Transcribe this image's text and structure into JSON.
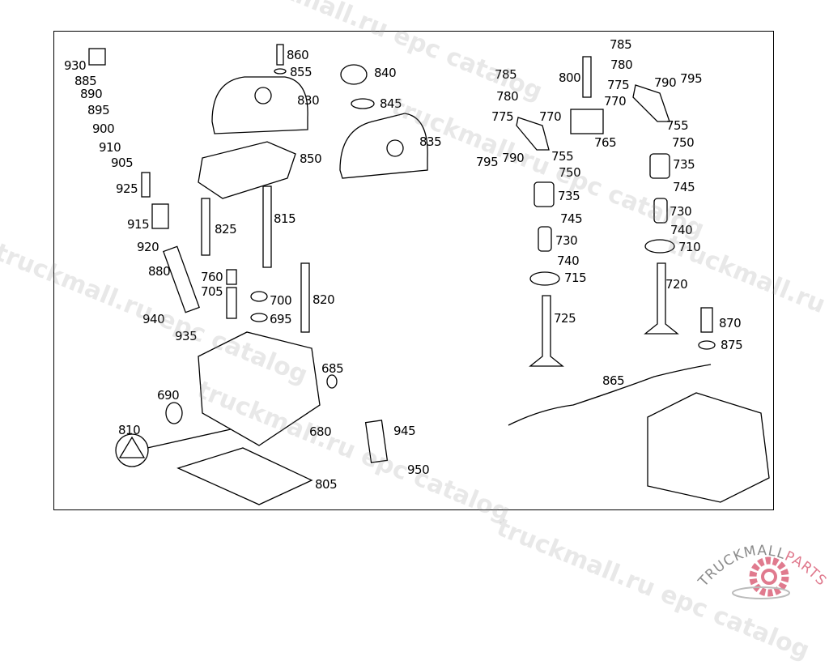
{
  "diagram": {
    "part_labels": [
      "930",
      "885",
      "890",
      "895",
      "900",
      "910",
      "905",
      "925",
      "915",
      "920",
      "880",
      "940",
      "935",
      "860",
      "855",
      "830",
      "840",
      "845",
      "835",
      "850",
      "825",
      "815",
      "760",
      "705",
      "700",
      "695",
      "820",
      "685",
      "690",
      "680",
      "810",
      "945",
      "950",
      "805",
      "785",
      "785",
      "800",
      "780",
      "780",
      "775",
      "790",
      "795",
      "770",
      "775",
      "770",
      "765",
      "755",
      "750",
      "735",
      "745",
      "730",
      "740",
      "710",
      "720",
      "755",
      "750",
      "795",
      "790",
      "735",
      "745",
      "730",
      "740",
      "715",
      "725",
      "870",
      "875",
      "865"
    ]
  },
  "watermark": {
    "text": "truckmall.ru epc catalog"
  },
  "logo": {
    "text_left": "TRUCKMALL",
    "text_right": "PARTS",
    "color_gray": "#8a8a8a",
    "color_pink": "#e07a8e"
  }
}
